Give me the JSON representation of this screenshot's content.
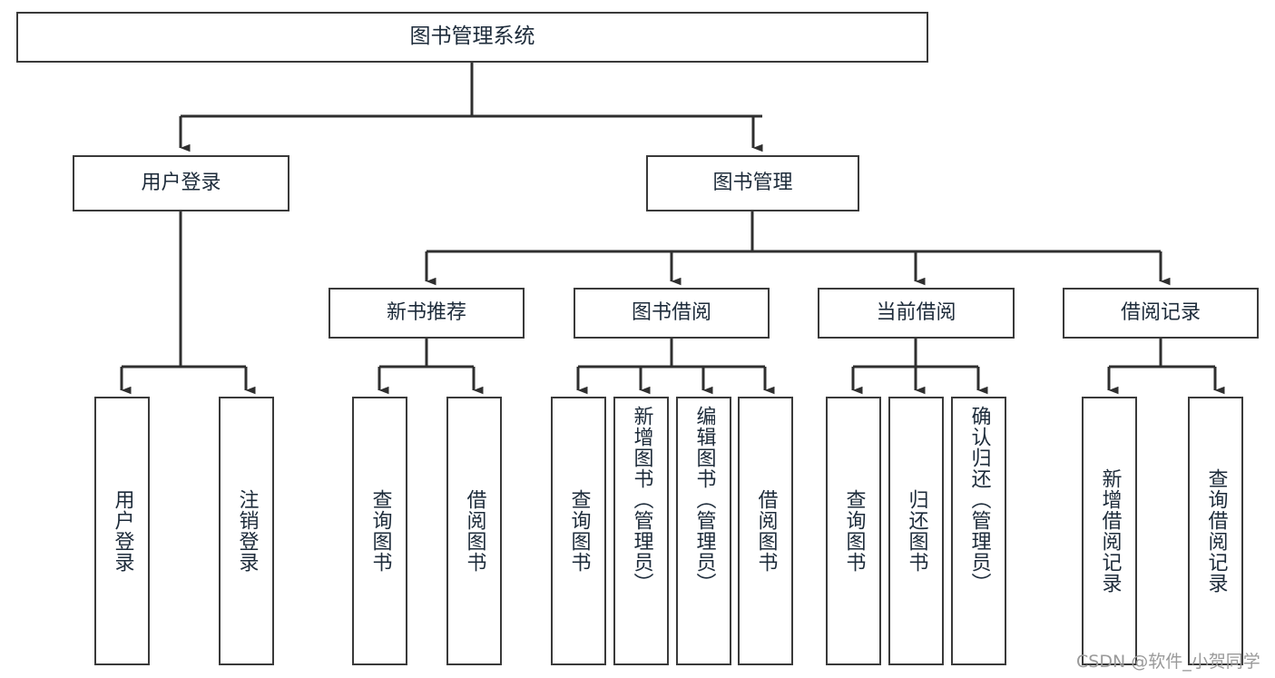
{
  "diagram": {
    "title": "图书管理系统",
    "type": "hierarchy-tree",
    "watermark": "CSDN @软件_小贺同学",
    "colors": {
      "border": "#3a3a3a",
      "text": "#1d2b3a",
      "background": "#ffffff",
      "watermark": "#9a9a9a"
    },
    "root": {
      "label": "图书管理系统"
    },
    "level1": [
      {
        "label": "用户登录"
      },
      {
        "label": "图书管理"
      }
    ],
    "level2": [
      {
        "label": "新书推荐"
      },
      {
        "label": "图书借阅"
      },
      {
        "label": "当前借阅"
      },
      {
        "label": "借阅记录"
      }
    ],
    "leaves": {
      "user_login": [
        {
          "label": "用户登录"
        },
        {
          "label": "注销登录"
        }
      ],
      "new_book_recommend": [
        {
          "label": "查询图书"
        },
        {
          "label": "借阅图书"
        }
      ],
      "book_borrow": [
        {
          "label": "查询图书"
        },
        {
          "label": "新增图书（管理员）"
        },
        {
          "label": "编辑图书（管理员）"
        },
        {
          "label": "借阅图书"
        }
      ],
      "current_borrow": [
        {
          "label": "查询图书"
        },
        {
          "label": "归还图书"
        },
        {
          "label": "确认归还（管理员）"
        }
      ],
      "borrow_records": [
        {
          "label": "新增借阅记录"
        },
        {
          "label": "查询借阅记录"
        }
      ]
    }
  }
}
